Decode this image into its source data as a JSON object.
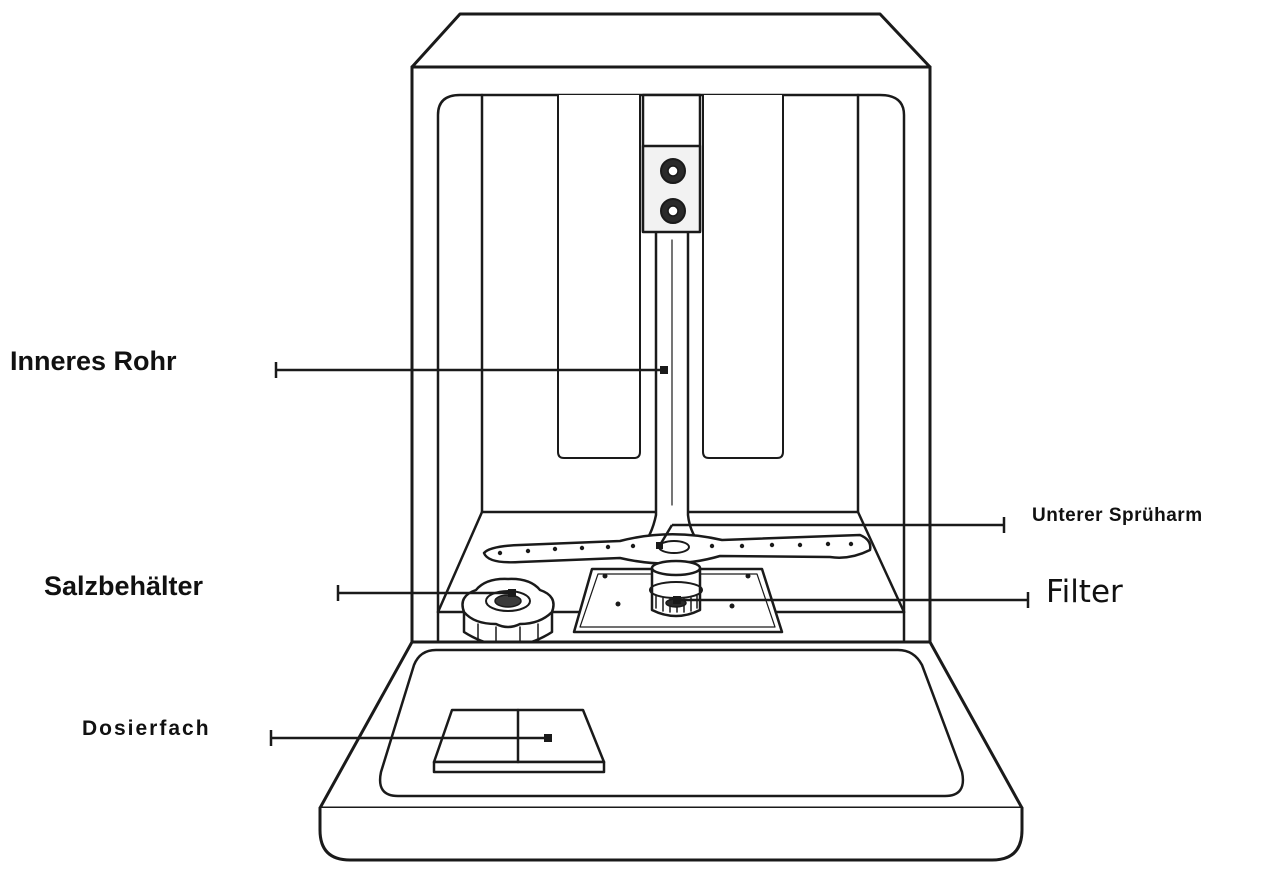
{
  "labels": {
    "inner_pipe": "Inneres Rohr",
    "lower_spray_arm": "Unterer Sprüharm",
    "salt_container": "Salzbehälter",
    "filter": "Filter",
    "dispenser": "Dosierfach"
  },
  "colors": {
    "line": "#1a1a1a",
    "background": "#ffffff",
    "fill": "#ffffff"
  }
}
